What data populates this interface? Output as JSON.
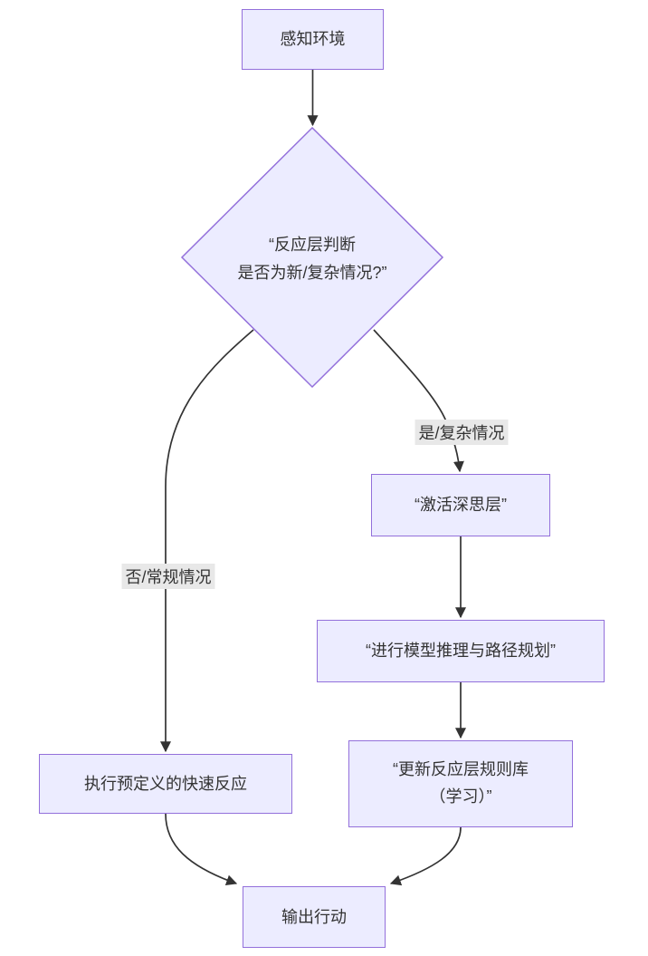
{
  "diagram": {
    "colors": {
      "node_fill": "#ECECFF",
      "node_border": "#9370DB",
      "edge_line": "#333333",
      "edge_label_bg": "#e8e8e8",
      "text": "#333333",
      "background": "#ffffff"
    },
    "nodes": {
      "perceive": {
        "label": "感知环境"
      },
      "decision": {
        "line1": "“反应层判断",
        "line2": "是否为新/复杂情况?”"
      },
      "activate": {
        "label": "“激活深思层”"
      },
      "reason": {
        "label": "“进行模型推理与路径规划”"
      },
      "update": {
        "line1": "“更新反应层规则库",
        "line2": "（学习）”"
      },
      "fast_response": {
        "label": "执行预定义的快速反应"
      },
      "output": {
        "label": "输出行动"
      }
    },
    "edge_labels": {
      "yes": "是/复杂情况",
      "no": "否/常规情况"
    }
  }
}
